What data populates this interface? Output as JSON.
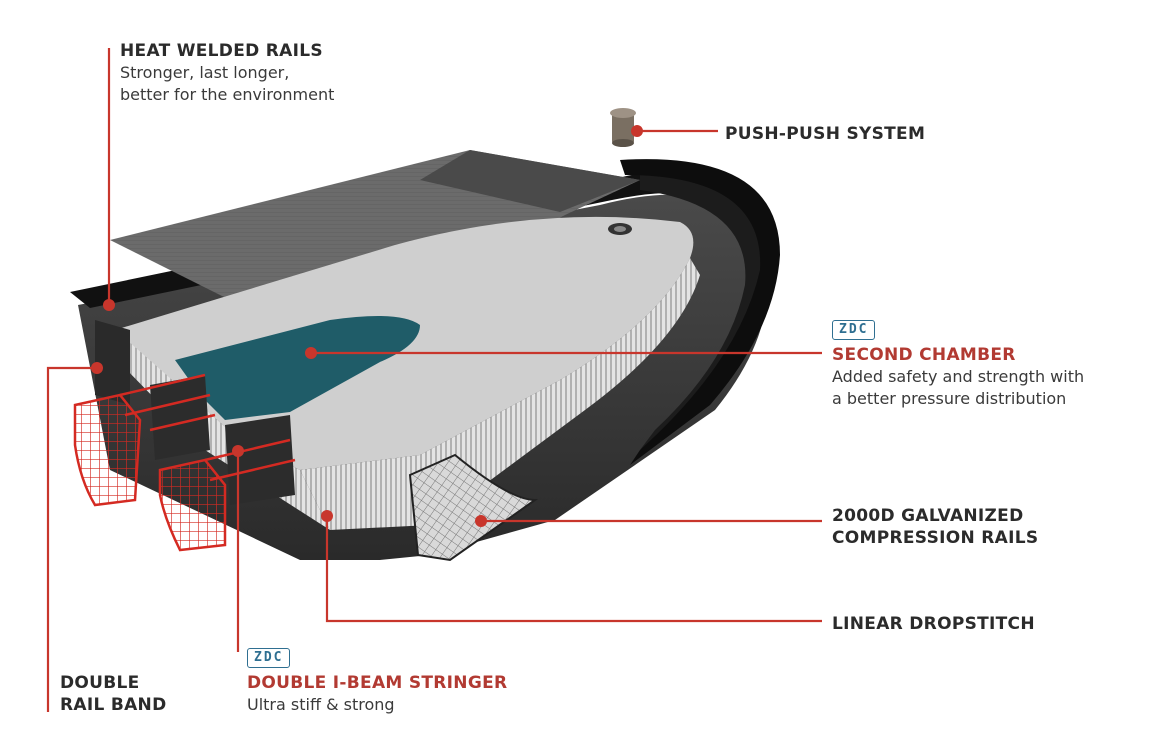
{
  "labels": {
    "heat_welded": {
      "title": "HEAT WELDED RAILS",
      "lines": [
        "Stronger, last longer,",
        "better for the environment"
      ]
    },
    "push_push": {
      "title": "PUSH-PUSH SYSTEM"
    },
    "second_chamber": {
      "badge": "ZDC",
      "title": "SECOND CHAMBER",
      "lines": [
        "Added safety and strength with",
        "a better pressure distribution"
      ]
    },
    "compression_rails": {
      "title_lines": [
        "2000D GALVANIZED",
        "COMPRESSION RAILS"
      ]
    },
    "dropstitch": {
      "title": "LINEAR DROPSTITCH"
    },
    "rail_band": {
      "title_lines": [
        "DOUBLE",
        "RAIL BAND"
      ]
    },
    "stringer": {
      "badge": "ZDC",
      "title": "DOUBLE I-BEAM STRINGER",
      "lines": [
        "Ultra stiff & strong"
      ]
    }
  },
  "colors": {
    "accent_red": "#c8362c",
    "badge_blue": "#2f6f91",
    "text_dark": "#2b2b2b",
    "chamber_teal": "#1f5c68"
  }
}
